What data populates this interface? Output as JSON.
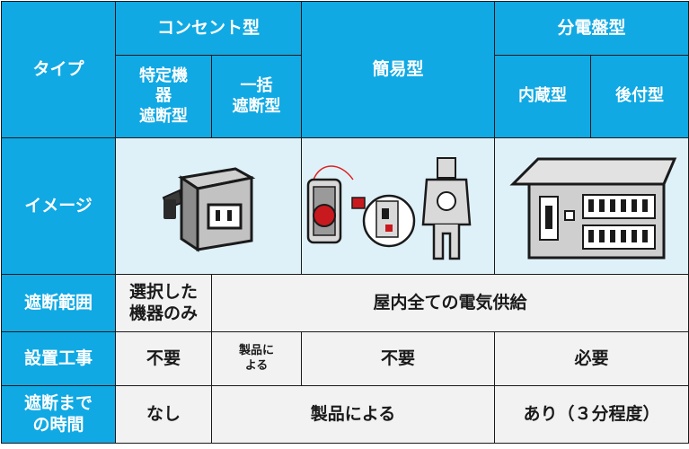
{
  "header": {
    "type_label": "タイプ",
    "outlet_type": "コンセント型",
    "outlet_sub1": [
      "特定機",
      "器",
      "遮断型"
    ],
    "outlet_sub2": [
      "一括",
      "遮断型"
    ],
    "simple_type": "簡易型",
    "panel_type": "分電盤型",
    "panel_sub1": "内蔵型",
    "panel_sub2": "後付型"
  },
  "rows": {
    "image_label": "イメージ",
    "range_label": "遮断範囲",
    "range_specific": [
      "選択した",
      "機器のみ"
    ],
    "range_all": "屋内全ての電気供給",
    "install_label": "設置工事",
    "install_outlet": "不要",
    "install_outlet_bulk": [
      "製品に",
      "よる"
    ],
    "install_simple": "不要",
    "install_panel": "必要",
    "time_label": [
      "遮断まで",
      "の時間"
    ],
    "time_outlet": "なし",
    "time_simple": "製品による",
    "time_panel": "あり（３分程度）"
  }
}
